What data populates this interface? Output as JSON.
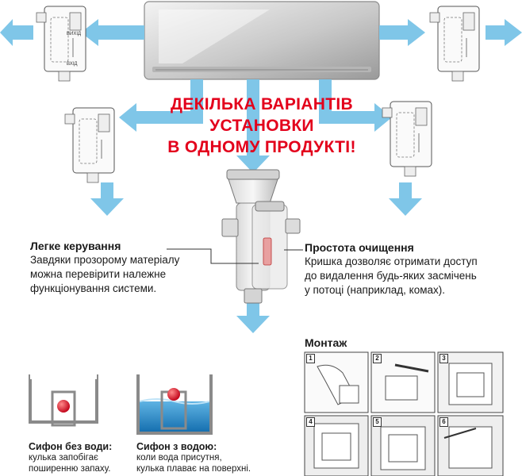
{
  "headline": {
    "line1": "ДЕКІЛЬКА ВАРІАНТІВ",
    "line2": "УСТАНОВКИ",
    "line3": "В ОДНОМУ ПРОДУКТІ!"
  },
  "easy_control": {
    "title": "Легке керування",
    "line1": "Завдяки прозорому матеріалу",
    "line2": "можна перевірити належне",
    "line3": "функціонування системи."
  },
  "easy_cleaning": {
    "title": "Простота очищення",
    "line1": "Кришка дозволяє отримати доступ",
    "line2": "до видалення будь-яких засмічень",
    "line3": "у потоці (наприклад, комах)."
  },
  "mounting": {
    "title": "Монтаж",
    "steps": [
      "1",
      "2",
      "3",
      "4",
      "5",
      "6"
    ]
  },
  "siphon_dry": {
    "title": "Сифон без води:",
    "line1": "кулька запобігає",
    "line2": "поширенню запаху."
  },
  "siphon_wet": {
    "title": "Сифон з водою:",
    "line1": "коли вода присутня,",
    "line2": "кулька плаває на поверхні."
  },
  "trap_labels": {
    "out": "ВИХІД",
    "in": "ВХІД"
  },
  "colors": {
    "arrow": "#7fc6e8",
    "headline": "#e3001b",
    "water": "#1e8ccd",
    "ball": "#d9001a"
  }
}
